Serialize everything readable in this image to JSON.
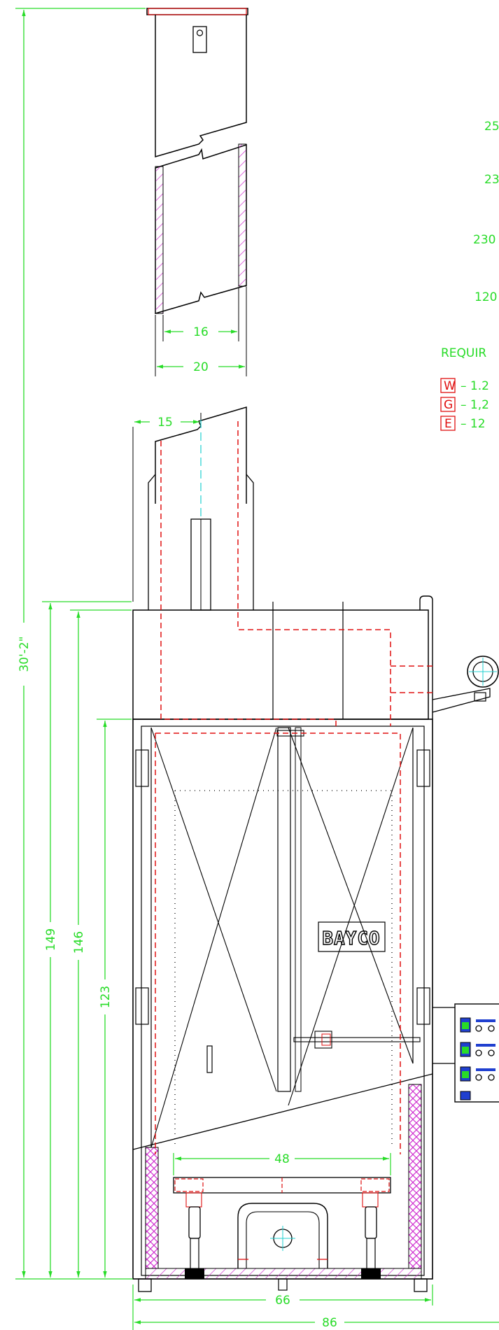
{
  "colors": {
    "dimension": "#28dc28",
    "hidden_line": "#e01010",
    "hatch": "#d030d0",
    "outline": "#000000",
    "centerline": "#20d0d0",
    "panel_blue": "#2040d0"
  },
  "dimensions": {
    "total_height": "30'-2\"",
    "height_149": "149",
    "height_146": "146",
    "height_123": "123",
    "chute_inner_width": "16",
    "chute_outer_width": "20",
    "chute_offset": "15",
    "platen_width": "48",
    "base_width": "66",
    "overall_width": "86"
  },
  "side_labels": [
    "25",
    "23",
    "230",
    "120"
  ],
  "requirements": {
    "heading": "REQUIR",
    "items": [
      {
        "code": "W",
        "text": "– 1.2"
      },
      {
        "code": "G",
        "text": "– 1,2"
      },
      {
        "code": "E",
        "text": "– 12"
      }
    ]
  },
  "logo_text": "BAYCO",
  "icons": [
    "fan-motor-icon",
    "control-panel-icon"
  ]
}
